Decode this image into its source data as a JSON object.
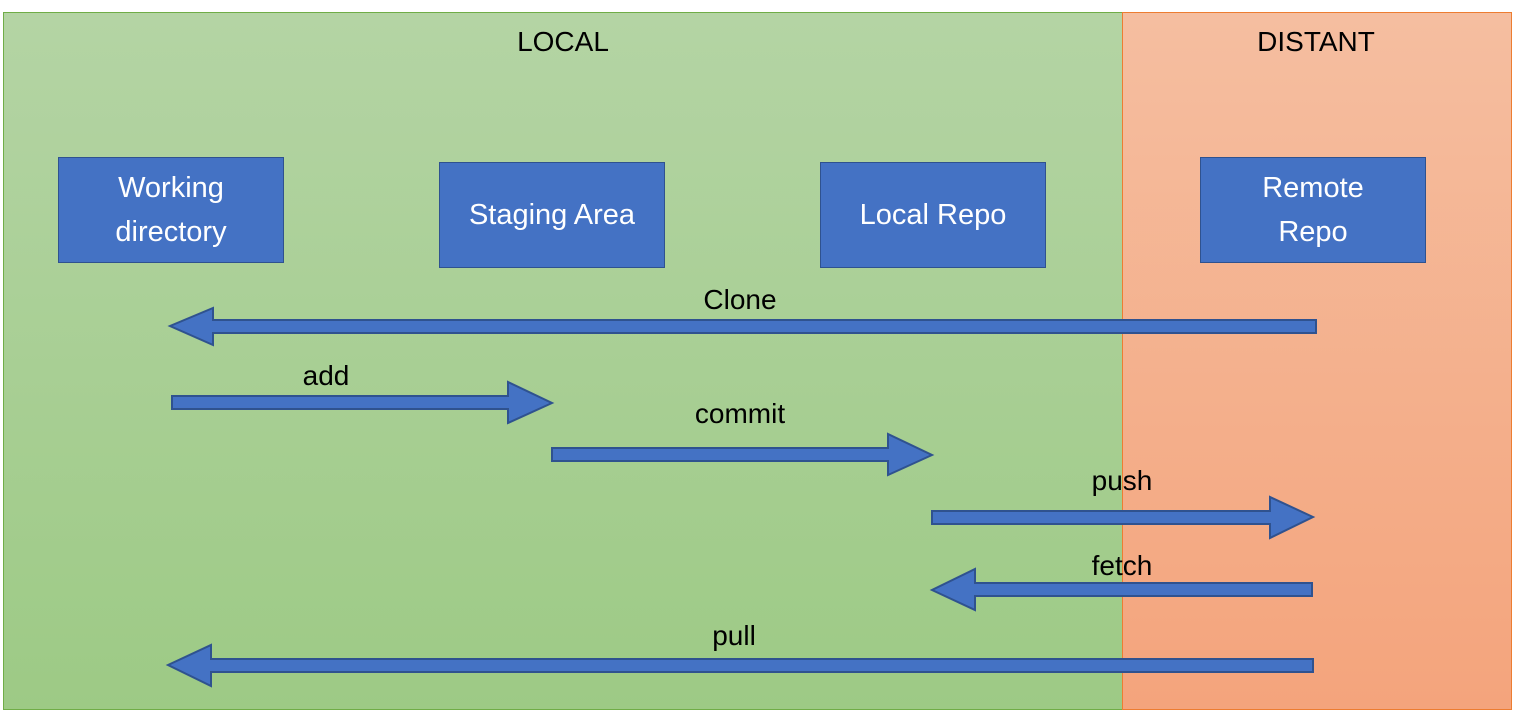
{
  "regions": {
    "local": {
      "label": "LOCAL",
      "color": "#9dca85"
    },
    "distant": {
      "label": "DISTANT",
      "color": "#f4a47c"
    }
  },
  "boxes": {
    "working_directory": "Working\ndirectory",
    "staging_area": "Staging Area",
    "local_repo": "Local Repo",
    "remote_repo": "Remote\nRepo"
  },
  "arrows": {
    "clone": "Clone",
    "add": "add",
    "commit": "commit",
    "push": "push",
    "fetch": "fetch",
    "pull": "pull"
  },
  "colors": {
    "box_fill": "#4472c4",
    "box_border": "#2f528f",
    "arrow_fill": "#4472c4",
    "arrow_border": "#2f528f"
  }
}
